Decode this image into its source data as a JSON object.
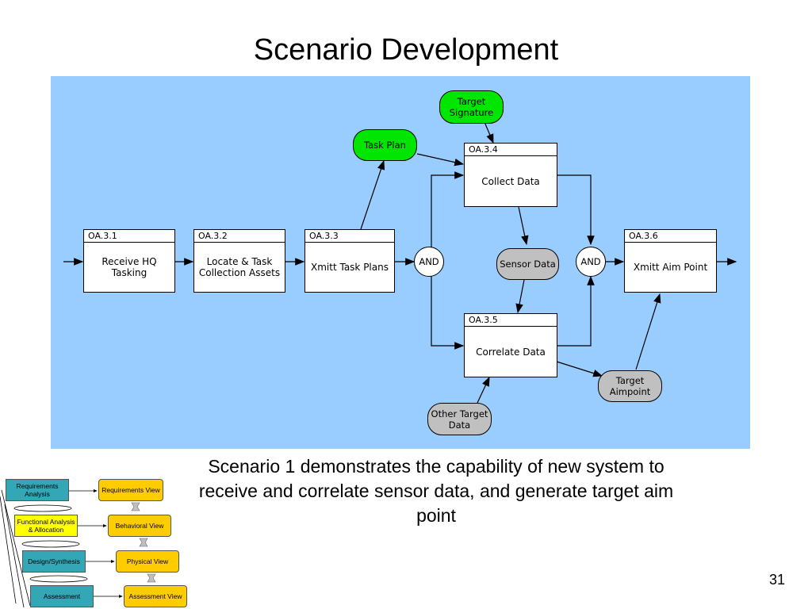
{
  "title": "Scenario Development",
  "diagram": {
    "activities": [
      {
        "id": "OA.3.1",
        "label": "Receive HQ Tasking"
      },
      {
        "id": "OA.3.2",
        "label": "Locate & Task Collection Assets"
      },
      {
        "id": "OA.3.3",
        "label": "Xmitt Task Plans"
      },
      {
        "id": "OA.3.4",
        "label": "Collect Data"
      },
      {
        "id": "OA.3.5",
        "label": "Correlate Data"
      },
      {
        "id": "OA.3.6",
        "label": "Xmitt Aim Point"
      }
    ],
    "items": {
      "target_signature": "Target Signature",
      "task_plan": "Task Plan",
      "sensor_data": "Sensor Data",
      "target_aimpoint": "Target Aimpoint",
      "other_target_data": "Other Target Data"
    },
    "junctions": {
      "and_left": "AND",
      "and_right": "AND"
    }
  },
  "caption": "Scenario 1 demonstrates the capability of new system to receive and correlate sensor data, and generate target aim point",
  "page_number": "31",
  "process_model": {
    "left": [
      {
        "label": "Requirements Analysis",
        "color": "#33a7b5"
      },
      {
        "label": "Functional Analysis & Allocation",
        "color": "#ffff00"
      },
      {
        "label": "Design/Synthesis",
        "color": "#33a7b5"
      },
      {
        "label": "Assessment",
        "color": "#33a7b5"
      }
    ],
    "right": [
      {
        "label": "Requirements View"
      },
      {
        "label": "Behavioral View"
      },
      {
        "label": "Physical View"
      },
      {
        "label": "Assessment View"
      }
    ]
  },
  "colors": {
    "background": "#99ccff",
    "resource_input": "#00e600",
    "resource_data": "#c0c0c0"
  }
}
